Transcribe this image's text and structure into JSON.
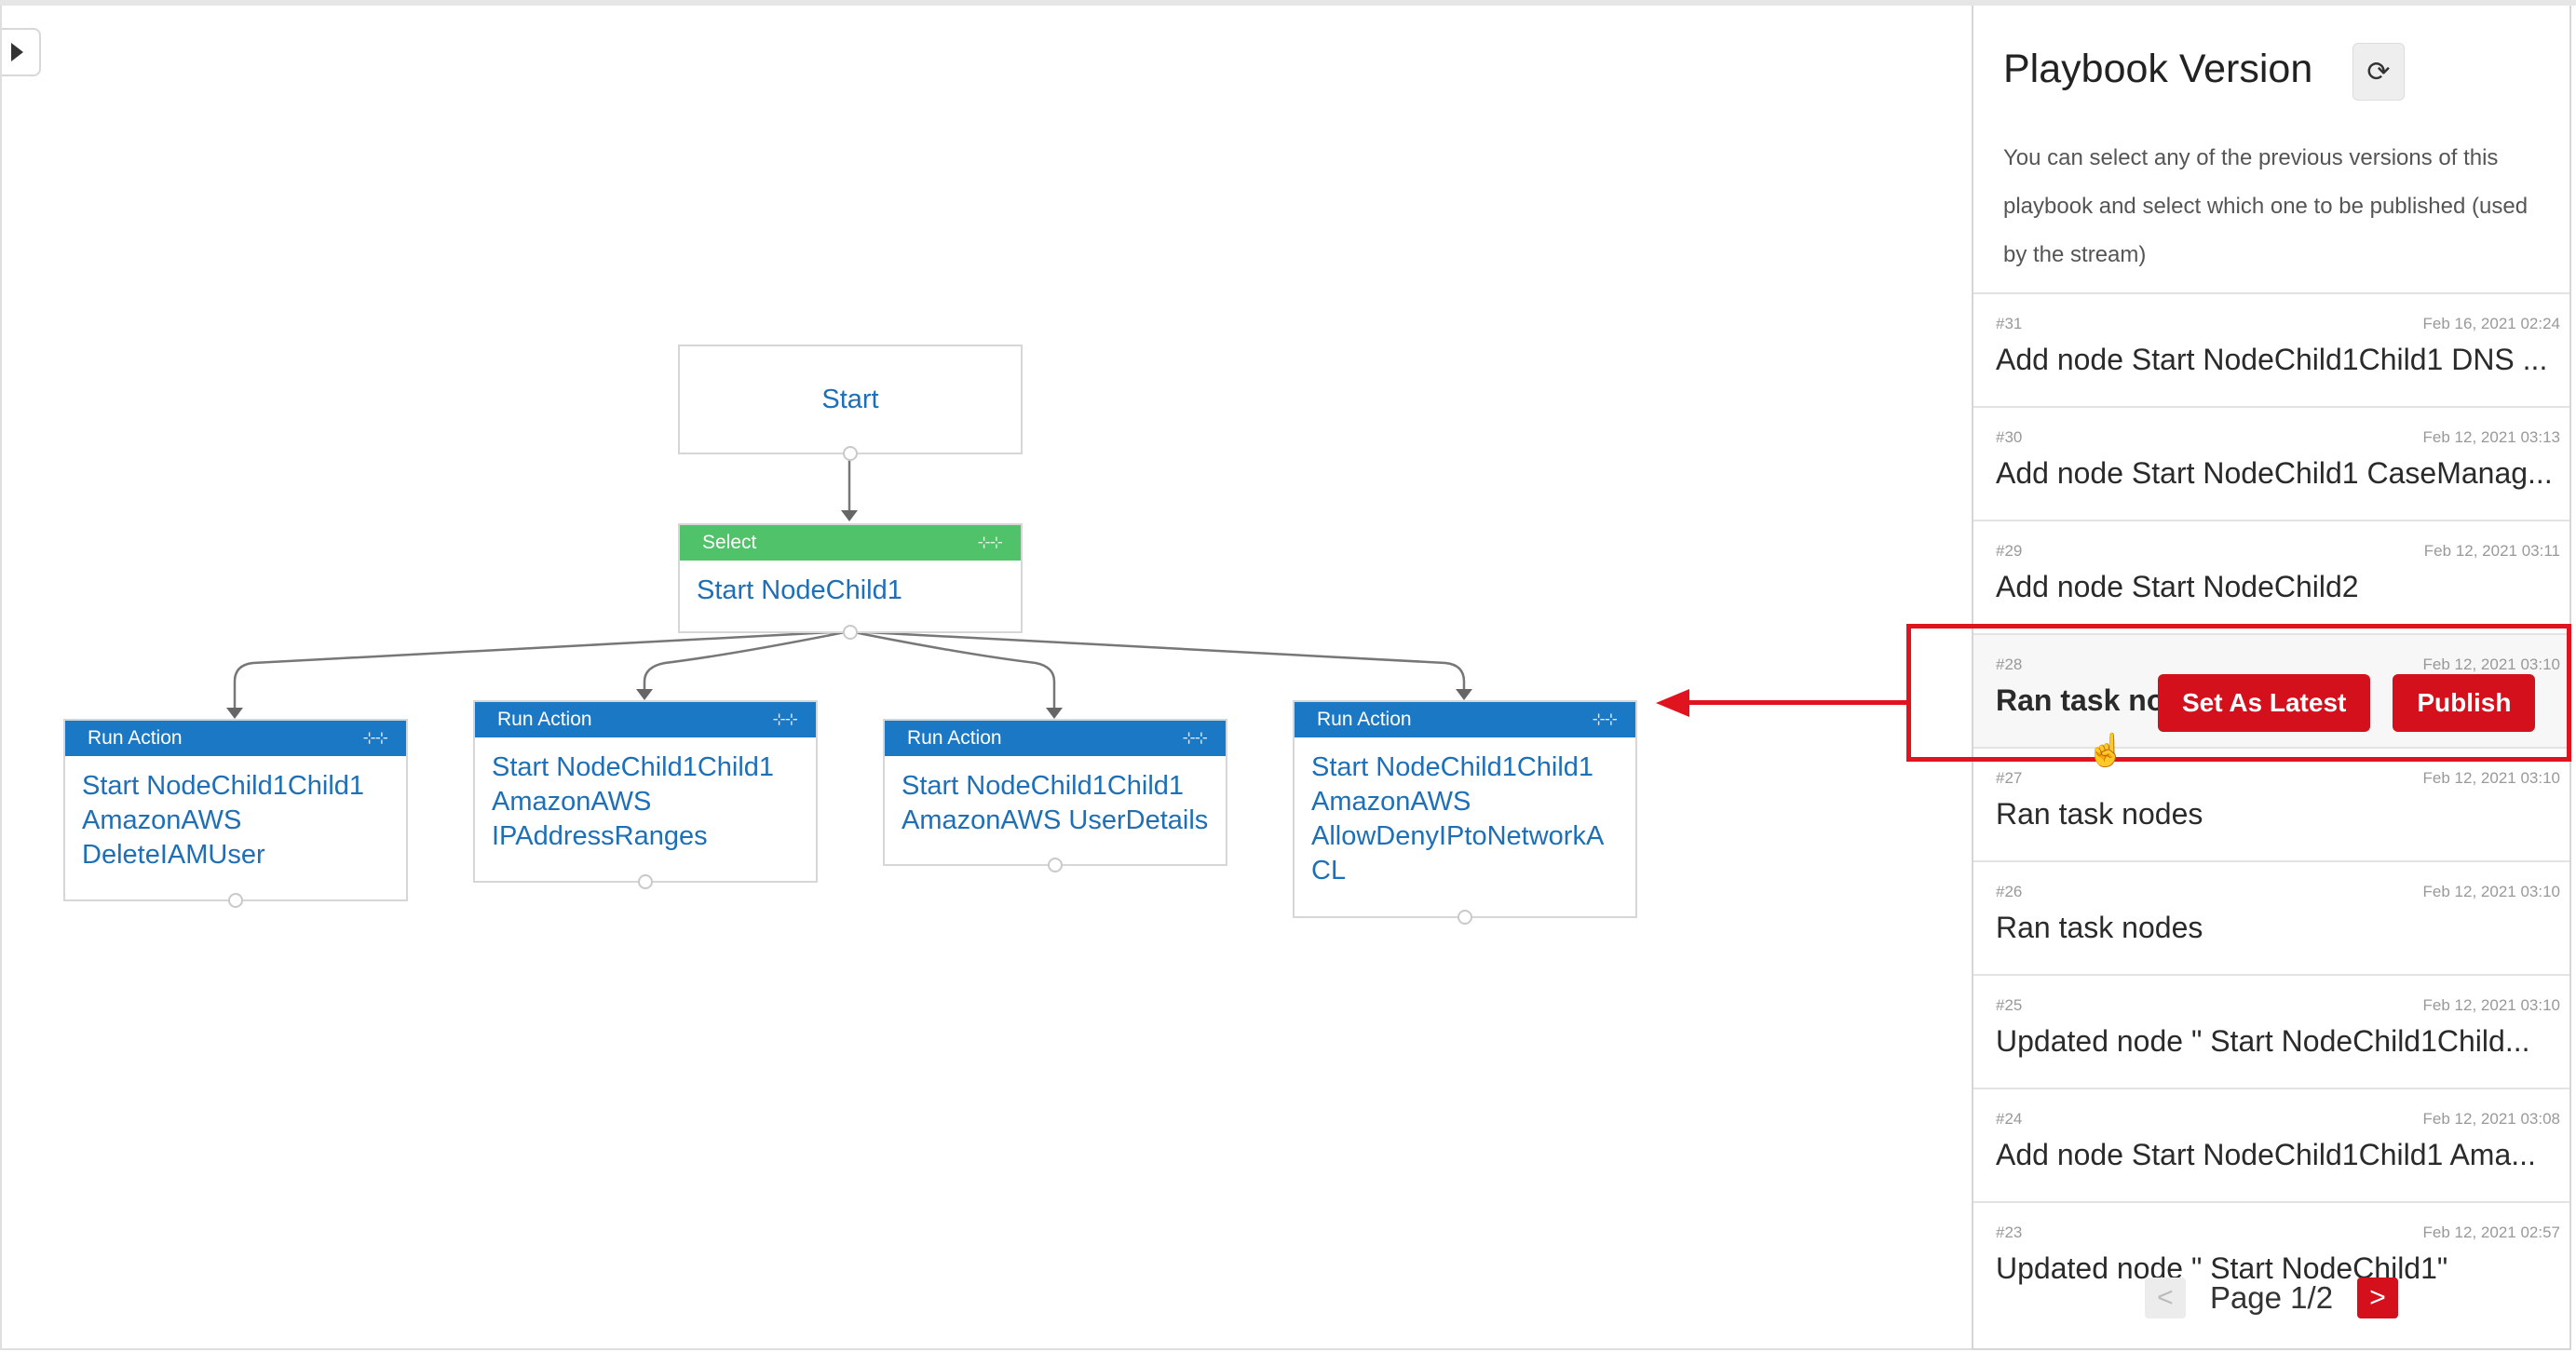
{
  "canvas": {
    "toggle_icon": "caret-right-icon",
    "start_node": {
      "label": "Start"
    },
    "select_node": {
      "type": "Select",
      "title": "Start NodeChild1"
    },
    "action_nodes": [
      {
        "type": "Run Action",
        "lines": [
          "Start NodeChild1Child1",
          "AmazonAWS",
          "DeleteIAMUser"
        ]
      },
      {
        "type": "Run Action",
        "lines": [
          "Start NodeChild1Child1",
          "AmazonAWS",
          "IPAddressRanges"
        ]
      },
      {
        "type": "Run Action",
        "lines": [
          "Start NodeChild1Child1",
          "AmazonAWS UserDetails"
        ]
      },
      {
        "type": "Run Action",
        "lines": [
          "Start NodeChild1Child1",
          "AmazonAWS",
          "AllowDenyIPtoNetworkA",
          "CL"
        ]
      }
    ]
  },
  "panel": {
    "title": "Playbook Version",
    "refresh_icon": "refresh-icon",
    "description": "You can select any of the previous versions of this playbook and select which one to be published (used by the stream)",
    "versions": [
      {
        "num": "#31",
        "date": "Feb 16, 2021 02:24",
        "title": "Add node Start NodeChild1Child1 DNS ..."
      },
      {
        "num": "#30",
        "date": "Feb 12, 2021 03:13",
        "title": "Add node Start NodeChild1 CaseManag..."
      },
      {
        "num": "#29",
        "date": "Feb 12, 2021 03:11",
        "title": "Add node Start NodeChild2"
      },
      {
        "num": "#28",
        "date": "Feb 12, 2021 03:10",
        "title": "Ran task no"
      },
      {
        "num": "#27",
        "date": "Feb 12, 2021 03:10",
        "title": "Ran task nodes"
      },
      {
        "num": "#26",
        "date": "Feb 12, 2021 03:10",
        "title": "Ran task nodes"
      },
      {
        "num": "#25",
        "date": "Feb 12, 2021 03:10",
        "title": "Updated node \" Start NodeChild1Child..."
      },
      {
        "num": "#24",
        "date": "Feb 12, 2021 03:08",
        "title": "Add node Start NodeChild1Child1 Ama..."
      },
      {
        "num": "#23",
        "date": "Feb 12, 2021 02:57",
        "title": "Updated node \" Start NodeChild1\""
      }
    ],
    "row_actions": {
      "set_latest": "Set As Latest",
      "publish": "Publish"
    },
    "pager": {
      "prev": "<",
      "label": "Page 1/2",
      "next": ">"
    }
  }
}
